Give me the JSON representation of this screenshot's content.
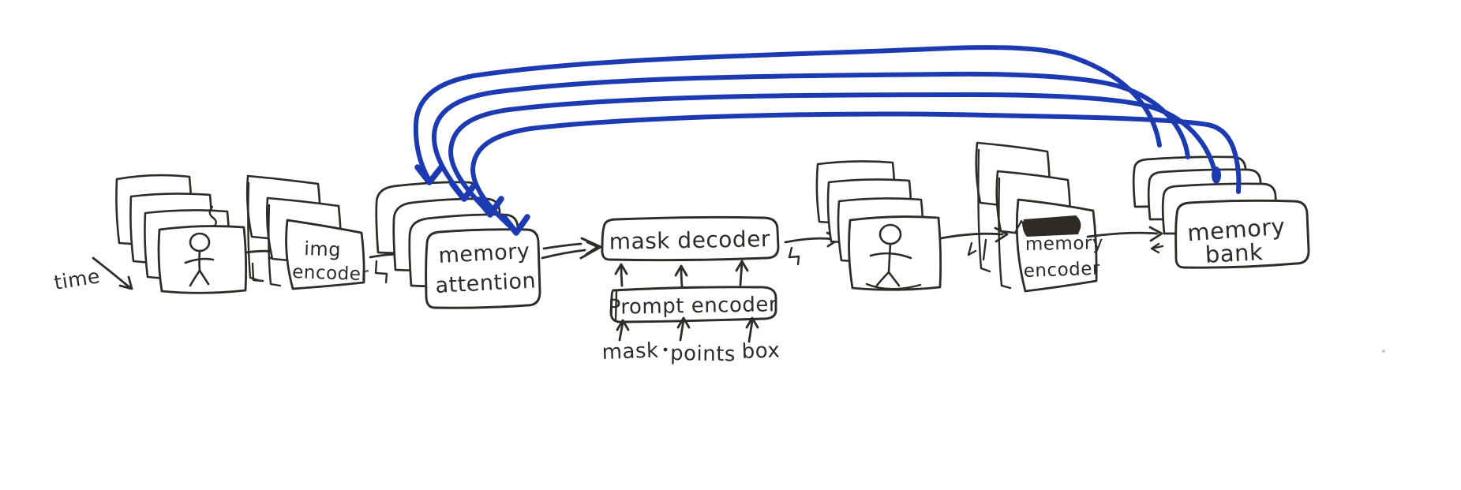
{
  "colors": {
    "ink": "#2f2c28",
    "blue": "#1c3bb2",
    "paper": "#ffffff"
  },
  "labels": {
    "time": "time",
    "img_encoder": {
      "line1": "img",
      "line2": "encoder"
    },
    "memory_attention": {
      "line1": "memory",
      "line2": "attention"
    },
    "mask_decoder": "mask decoder",
    "prompt_encoder": "Prompt encoder",
    "prompt_inputs": {
      "mask": "mask",
      "points": "points",
      "box": "box"
    },
    "memory_encoder": {
      "line1": "memory",
      "line2": "encoder"
    },
    "memory_bank": {
      "line1": "memory",
      "line2": "bank"
    }
  },
  "diagram": {
    "style": "hand-drawn marker sketch on white paper",
    "nodes": [
      {
        "id": "input-frames",
        "kind": "frame-stack-with-stick-figure",
        "label": ""
      },
      {
        "id": "img-encoder",
        "kind": "encoder-stack",
        "label": "img encoder"
      },
      {
        "id": "memory-attention",
        "kind": "rounded-box-stack",
        "label": "memory attention"
      },
      {
        "id": "mask-decoder",
        "kind": "rounded-box",
        "label": "mask decoder"
      },
      {
        "id": "prompt-encoder",
        "kind": "box",
        "label": "Prompt encoder"
      },
      {
        "id": "prompt-input-mask",
        "kind": "text-input",
        "label": "mask"
      },
      {
        "id": "prompt-input-points",
        "kind": "text-input",
        "label": "points"
      },
      {
        "id": "prompt-input-box",
        "kind": "text-input",
        "label": "box"
      },
      {
        "id": "output-frames",
        "kind": "frame-stack-with-stick-figure",
        "label": ""
      },
      {
        "id": "memory-encoder",
        "kind": "encoder-stack-with-scribbled-out-word",
        "label": "memory encoder"
      },
      {
        "id": "memory-bank",
        "kind": "rounded-box-stack",
        "label": "memory bank"
      }
    ],
    "edges": [
      {
        "from": "time",
        "to": "input-frames",
        "style": "annotation-arrow"
      },
      {
        "from": "input-frames",
        "to": "img-encoder",
        "style": "arrow"
      },
      {
        "from": "img-encoder",
        "to": "memory-attention",
        "style": "arrow"
      },
      {
        "from": "memory-attention",
        "to": "mask-decoder",
        "style": "double-line-arrow"
      },
      {
        "from": "prompt-encoder",
        "to": "mask-decoder",
        "style": "three-up-arrows"
      },
      {
        "from": "prompt-input-mask",
        "to": "prompt-encoder",
        "style": "up-arrow"
      },
      {
        "from": "prompt-input-points",
        "to": "prompt-encoder",
        "style": "up-arrow"
      },
      {
        "from": "prompt-input-box",
        "to": "prompt-encoder",
        "style": "up-arrow"
      },
      {
        "from": "mask-decoder",
        "to": "output-frames",
        "style": "arrow"
      },
      {
        "from": "output-frames",
        "to": "memory-encoder",
        "style": "arrow"
      },
      {
        "from": "memory-encoder",
        "to": "memory-bank",
        "style": "arrow"
      },
      {
        "from": "memory-bank",
        "to": "memory-attention",
        "style": "blue-feedback-curves",
        "count": 4
      }
    ]
  }
}
